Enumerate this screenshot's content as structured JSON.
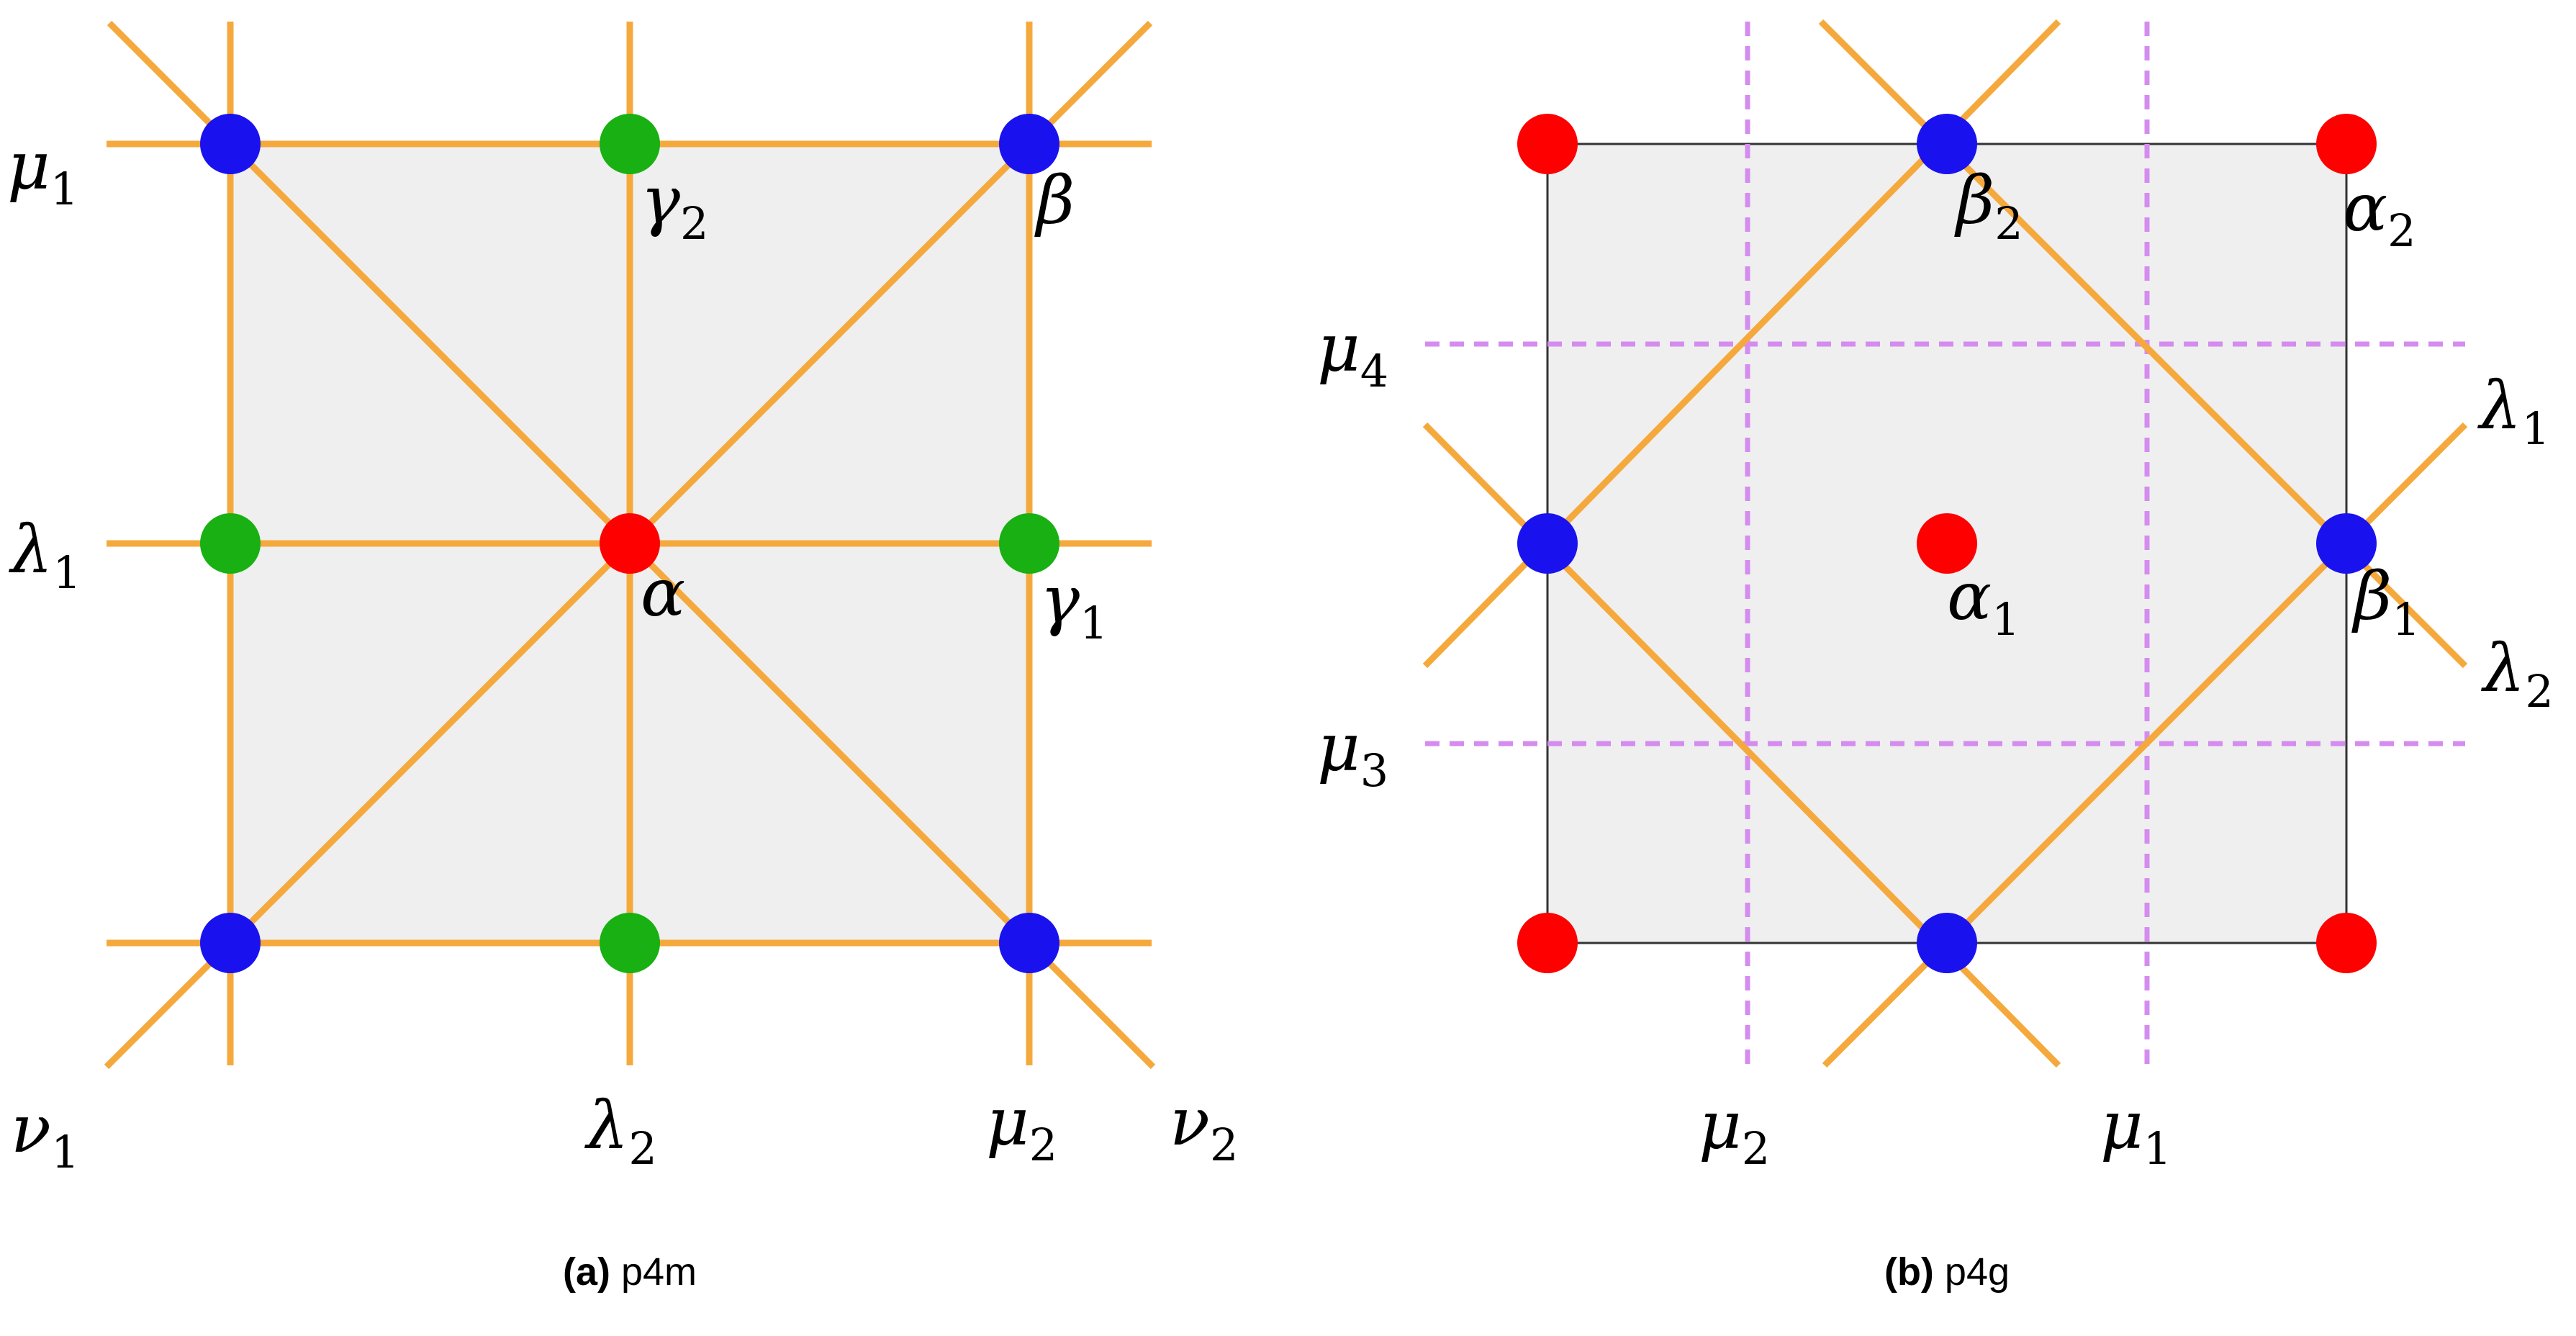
{
  "colors": {
    "cell_fill": "#efefef",
    "cell_border": "#333333",
    "mirror_line": "#f5a93d",
    "glide_line": "#d58cef",
    "alpha_point": "#ff0000",
    "beta_point": "#1a12ee",
    "gamma_point": "#18b012"
  },
  "panel_a": {
    "caption_bold": "(a)",
    "caption_text": " p4m",
    "labels": {
      "mu1": {
        "base": "μ",
        "sub": "1"
      },
      "lambda1": {
        "base": "λ",
        "sub": "1"
      },
      "nu1": {
        "base": "ν",
        "sub": "1"
      },
      "lambda2": {
        "base": "λ",
        "sub": "2"
      },
      "mu2": {
        "base": "μ",
        "sub": "2"
      },
      "nu2": {
        "base": "ν",
        "sub": "2"
      },
      "gamma2": {
        "base": "γ",
        "sub": "2"
      },
      "beta": {
        "base": "β",
        "sub": ""
      },
      "alpha": {
        "base": "α",
        "sub": ""
      },
      "gamma1": {
        "base": "γ",
        "sub": "1"
      }
    }
  },
  "panel_b": {
    "caption_bold": "(b)",
    "caption_text": " p4g",
    "labels": {
      "beta2": {
        "base": "β",
        "sub": "2"
      },
      "alpha2": {
        "base": "α",
        "sub": "2"
      },
      "mu4": {
        "base": "μ",
        "sub": "4"
      },
      "lambda1": {
        "base": "λ",
        "sub": "1"
      },
      "alpha1": {
        "base": "α",
        "sub": "1"
      },
      "beta1": {
        "base": "β",
        "sub": "1"
      },
      "lambda2": {
        "base": "λ",
        "sub": "2"
      },
      "mu3": {
        "base": "μ",
        "sub": "3"
      },
      "mu2": {
        "base": "μ",
        "sub": "2"
      },
      "mu1": {
        "base": "μ",
        "sub": "1"
      }
    }
  }
}
